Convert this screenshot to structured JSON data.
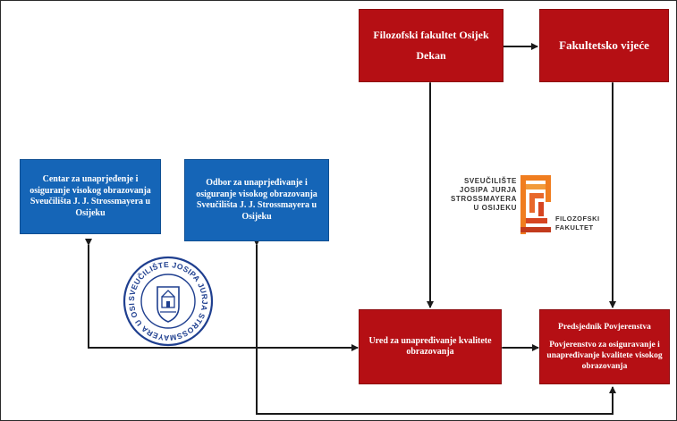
{
  "boxes": {
    "dean": {
      "line1": "Filozofski fakultet Osijek",
      "line2": "Dekan"
    },
    "council": {
      "label": "Fakultetsko vijeće"
    },
    "center": {
      "text": "Centar za unaprjeđenje i osiguranje visokog obrazovanja Sveučilišta J. J. Strossmayera u Osijeku"
    },
    "committee": {
      "text": "Odbor za unaprjeđivanje i osiguranje visokog obrazovanja Sveučilišta J. J. Strossmayera u Osijeku"
    },
    "office": {
      "text": "Ured za unapređivanje kvalitete obrazovanja"
    },
    "commission": {
      "title": "Predsjednik Povjerenstva",
      "text": "Povjerenstvo za osiguravanje i unapređivanje kvalitete visokog obrazovanja"
    }
  },
  "seal": {
    "text": "SVEUČILIŠTE JOSIPA JURJA STROSSMAYERA U OSIJEKU"
  },
  "faculty_logo": {
    "university_lines": [
      "SVEUČILIŠTE",
      "JOSIPA JURJA",
      "STROSSMAYERA",
      "U OSIJEKU"
    ],
    "faculty_lines": [
      "FILOZOFSKI",
      "FAKULTET"
    ]
  },
  "colors": {
    "red_box": "#b50f14",
    "blue_box": "#1565b7",
    "connector": "#1a1a1a",
    "logo_orange": "#f07d1f",
    "logo_red": "#d64521"
  }
}
